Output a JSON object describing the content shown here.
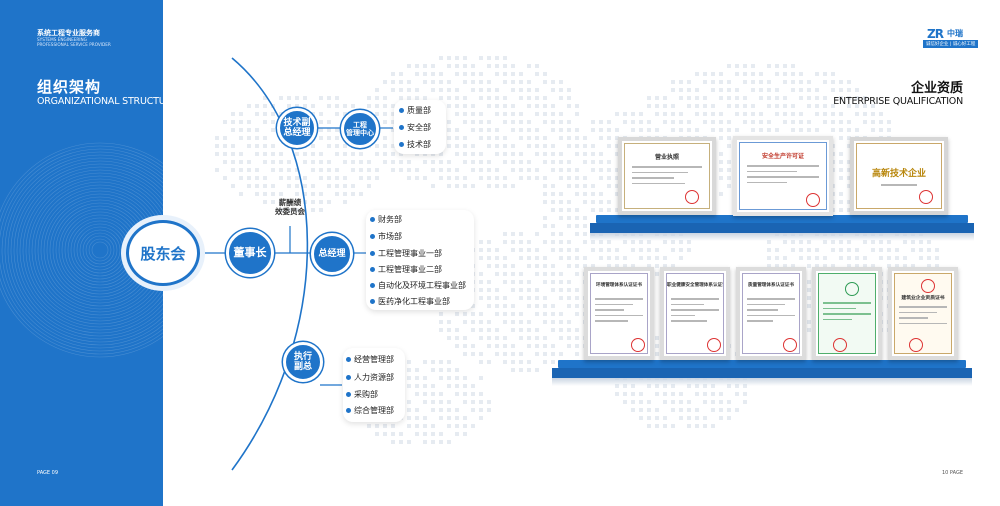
{
  "left_page": {
    "brand_cn": "系统工程专业服务商",
    "brand_en_1": "SYSTEMS ENGINEERING",
    "brand_en_2": "PROFESSIONAL SERVICE PROVIDER",
    "title_cn": "组织架构",
    "title_en": "ORGANIZATIONAL STRUCTURE",
    "page_label": "PAGE 09"
  },
  "org": {
    "shareholders": "股东会",
    "chairman": "董事长",
    "compensation_committee": [
      "薪酬绩",
      "效委员会"
    ],
    "gm": "总经理",
    "tech_deputy": [
      "技术副",
      "总经理"
    ],
    "eng_center": [
      "工程",
      "管理中心"
    ],
    "exec_deputy": [
      "执行",
      "副总"
    ],
    "eng_center_depts": [
      "质量部",
      "安全部",
      "技术部"
    ],
    "gm_depts": [
      "财务部",
      "市场部",
      "工程管理事业一部",
      "工程管理事业二部",
      "自动化及环境工程事业部",
      "医药净化工程事业部"
    ],
    "exec_depts": [
      "经营管理部",
      "人力资源部",
      "采购部",
      "综合管理部"
    ]
  },
  "right_page": {
    "logo_mark": "ZR",
    "logo_cn": "中瑞",
    "logo_slogan": "诚信好企业 | 诚心好工程",
    "title_cn": "企业资质",
    "title_en": "ENTERPRISE QUALIFICATION",
    "page_label": "10 PAGE",
    "certificates_top": [
      "营业执照",
      "安全生产许可证",
      "高新技术企业"
    ],
    "certificates_bottom": [
      "环境管理体系认证证书",
      "职业健康安全管理体系认证证书",
      "质量管理体系认证证书",
      "",
      "建筑业企业资质证书"
    ]
  },
  "colors": {
    "brand_blue": "#1f74c9",
    "shelf_dark": "#1a64b3"
  }
}
